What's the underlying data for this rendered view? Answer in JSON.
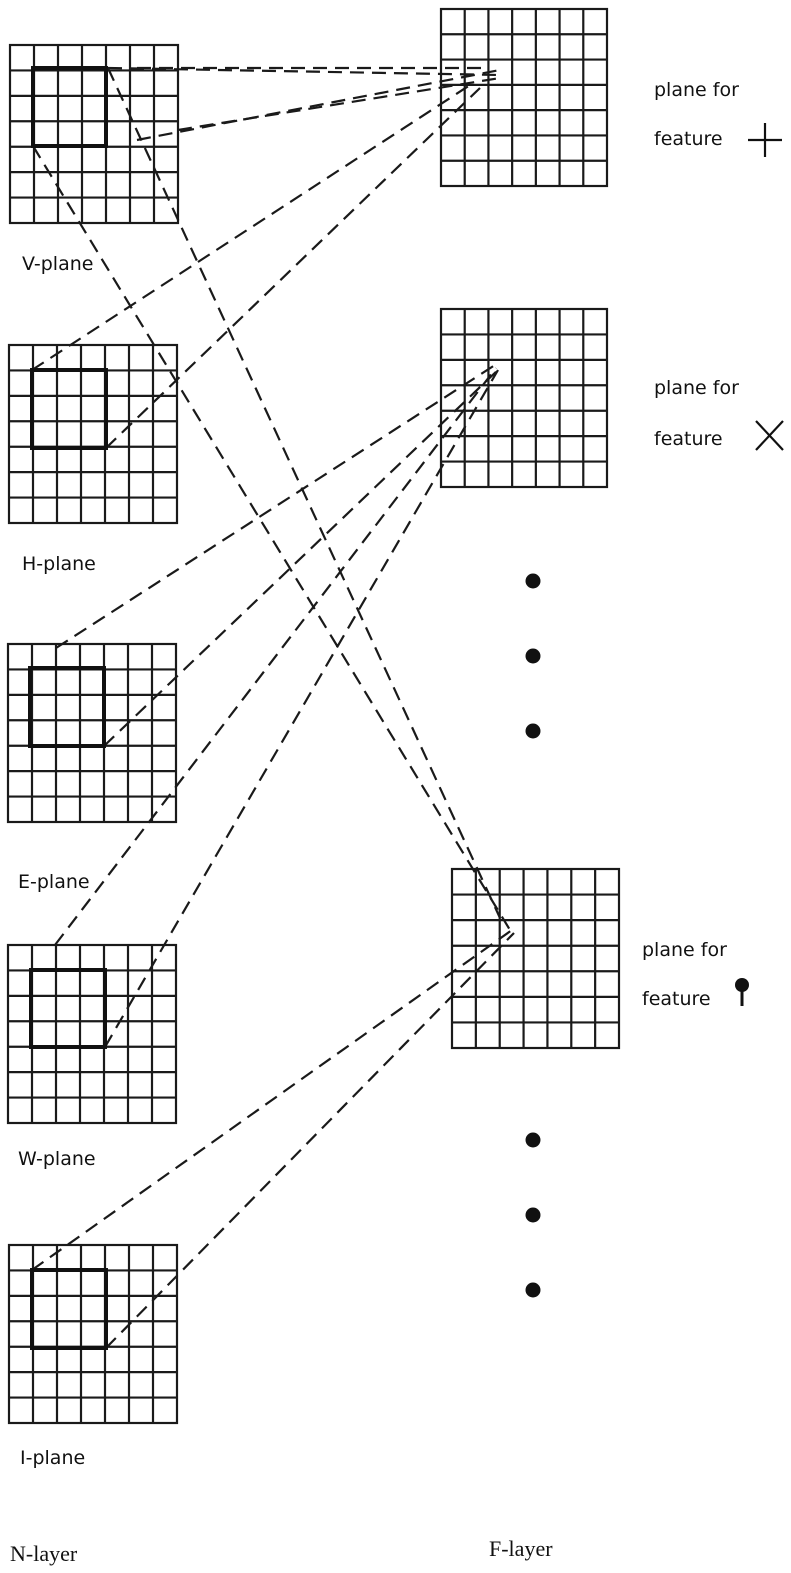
{
  "n_layer": {
    "label": "N-layer",
    "planes": [
      {
        "label": "V-plane"
      },
      {
        "label": "H-plane"
      },
      {
        "label": "E-plane"
      },
      {
        "label": "W-plane"
      },
      {
        "label": "I-plane"
      }
    ]
  },
  "f_layer": {
    "label": "F-layer",
    "planes": [
      {
        "line1": "plane for",
        "line2": "feature",
        "symbol": "plus-icon"
      },
      {
        "line1": "plane for",
        "line2": "feature",
        "symbol": "cross-icon"
      },
      {
        "line1": "plane for",
        "line2": "feature",
        "symbol": "pin-icon"
      }
    ]
  },
  "grid_size": 7
}
